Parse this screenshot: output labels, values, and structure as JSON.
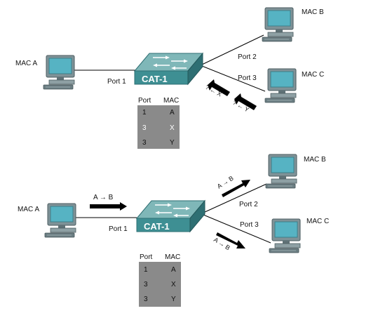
{
  "top": {
    "switch_label": "CAT-1",
    "hosts": {
      "a": "MAC A",
      "b": "MAC B",
      "c": "MAC C"
    },
    "ports": {
      "p1": "Port 1",
      "p2": "Port 2",
      "p3": "Port 3"
    },
    "table": {
      "headers": [
        "Port",
        "MAC"
      ],
      "rows": [
        [
          "1",
          "A"
        ],
        [
          "3",
          "X"
        ],
        [
          "3",
          "Y"
        ]
      ]
    },
    "arrow_labels": {
      "x": "? ← X",
      "y": "? ← Y"
    }
  },
  "bottom": {
    "switch_label": "CAT-1",
    "hosts": {
      "a": "MAC A",
      "b": "MAC B",
      "c": "MAC C"
    },
    "ports": {
      "p1": "Port 1",
      "p2": "Port 2",
      "p3": "Port 3"
    },
    "table": {
      "headers": [
        "Port",
        "MAC"
      ],
      "rows": [
        [
          "1",
          "A"
        ],
        [
          "3",
          "X"
        ],
        [
          "3",
          "Y"
        ]
      ]
    },
    "arrow_labels": {
      "in": "A → B",
      "to_b": "A → B",
      "to_c": "A → B"
    }
  },
  "colors": {
    "switch_top": "#7fb7b8",
    "switch_front": "#3e8f93",
    "switch_side": "#2e6f73",
    "table_bg": "#8a8a8a",
    "computer": "#7a8d92",
    "screen": "#56b3c3"
  }
}
